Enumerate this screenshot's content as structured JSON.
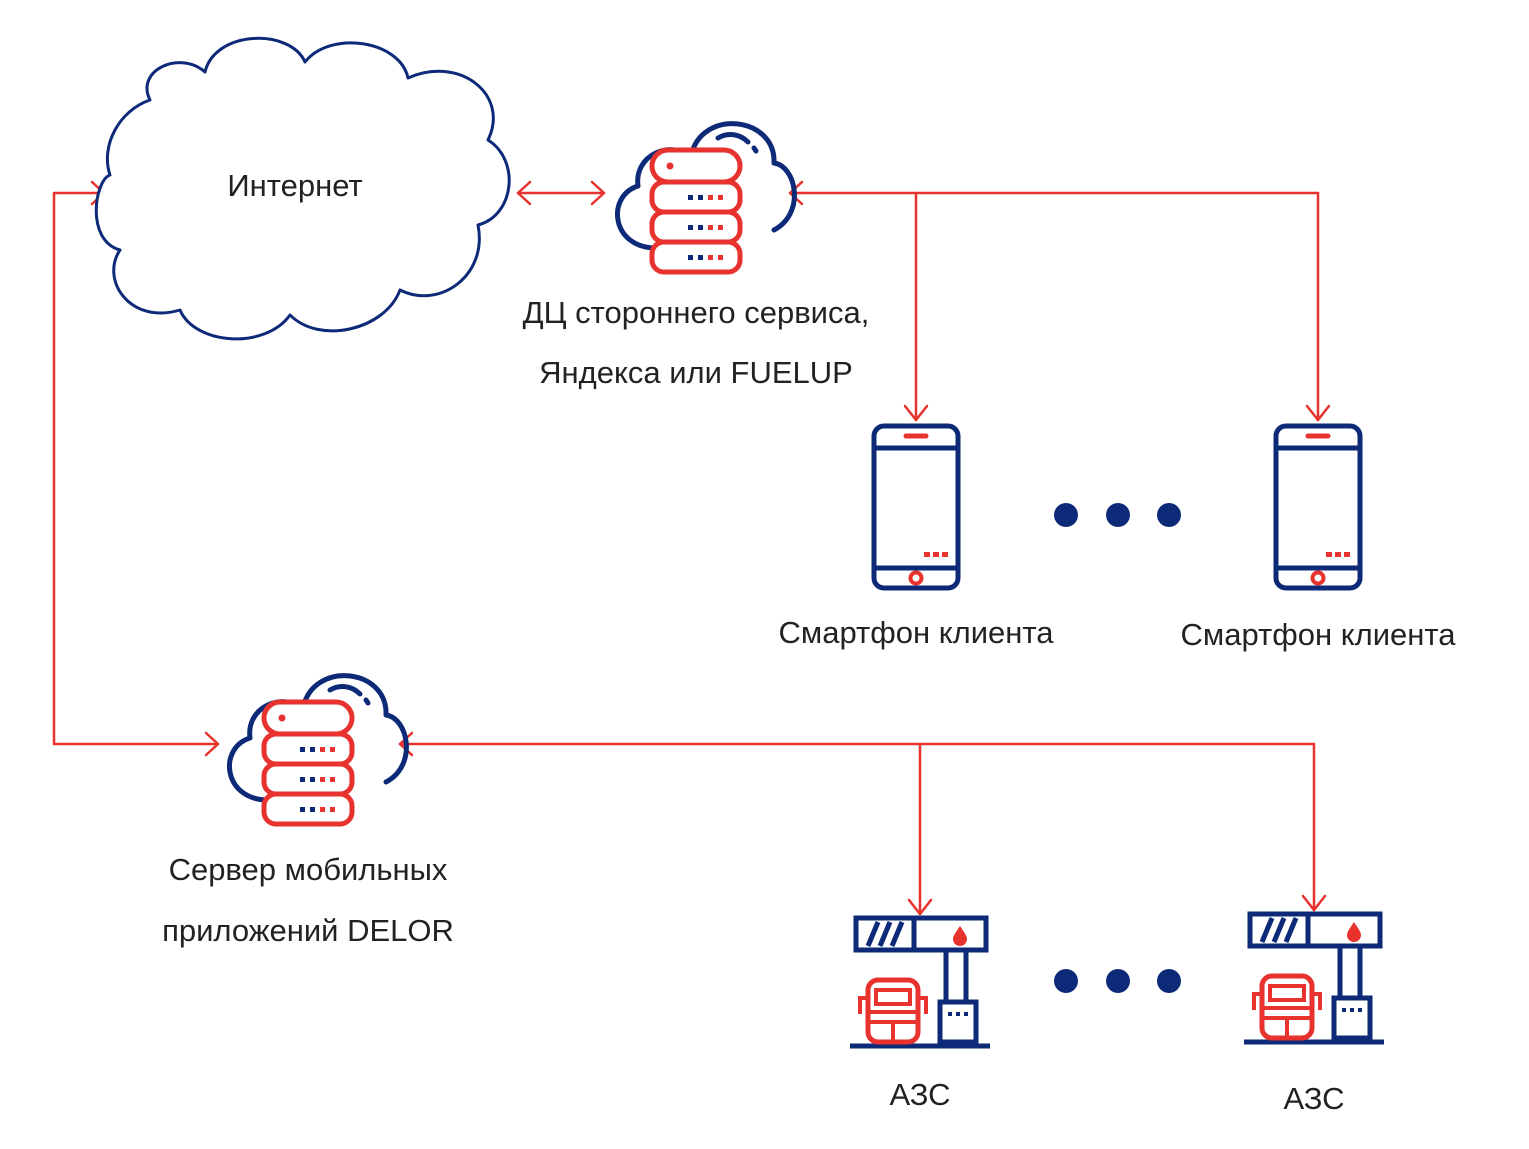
{
  "colors": {
    "navy": "#0d2a78",
    "red": "#e8322d",
    "text": "#222222",
    "background": "#ffffff"
  },
  "nodes": {
    "internet": {
      "label": "Интернет",
      "icon": "cloud-icon"
    },
    "third_party_dc": {
      "label_line1": "ДЦ стороннего сервиса,",
      "label_line2": "Яндекса или FUELUP",
      "icon": "cloud-server-icon"
    },
    "smartphone_1": {
      "label": "Смартфон клиента",
      "icon": "smartphone-icon"
    },
    "smartphone_2": {
      "label": "Смартфон клиента",
      "icon": "smartphone-icon"
    },
    "delor_server": {
      "label_line1": "Сервер мобильных",
      "label_line2": "приложений DELOR",
      "icon": "cloud-server-icon"
    },
    "gas_station_1": {
      "label": "АЗС",
      "icon": "gas-station-icon"
    },
    "gas_station_2": {
      "label": "АЗС",
      "icon": "gas-station-icon"
    }
  },
  "connections": [
    {
      "from": "internet",
      "to": "third_party_dc",
      "type": "bidirectional"
    },
    {
      "from": "third_party_dc",
      "to": "smartphone_1",
      "type": "bidirectional"
    },
    {
      "from": "third_party_dc",
      "to": "smartphone_2",
      "type": "bidirectional"
    },
    {
      "from": "internet",
      "to": "delor_server",
      "type": "bidirectional"
    },
    {
      "from": "delor_server",
      "to": "gas_station_1",
      "type": "bidirectional"
    },
    {
      "from": "delor_server",
      "to": "gas_station_2",
      "type": "bidirectional"
    }
  ],
  "ellipsis_icons": [
    "ellipsis-dots-icon",
    "ellipsis-dots-icon"
  ]
}
